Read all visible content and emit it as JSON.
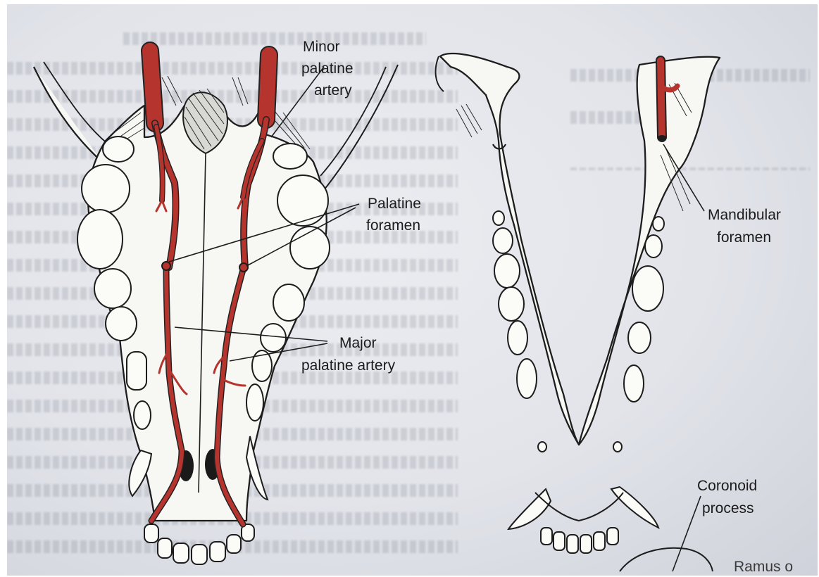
{
  "labels": {
    "minor_palatine_artery": [
      "Minor",
      "palatine",
      "artery"
    ],
    "palatine_foramen": [
      "Palatine",
      "foramen"
    ],
    "major_palatine_artery": [
      "Major",
      "palatine artery"
    ],
    "mandibular_foramen": [
      "Mandibular",
      "foramen"
    ],
    "coronoid_process": [
      "Coronoid",
      "process"
    ],
    "ramus": "Ramus o"
  },
  "colors": {
    "artery": "#b5342d",
    "ink": "#1d1d1d",
    "paper": "#e6e8ed"
  }
}
